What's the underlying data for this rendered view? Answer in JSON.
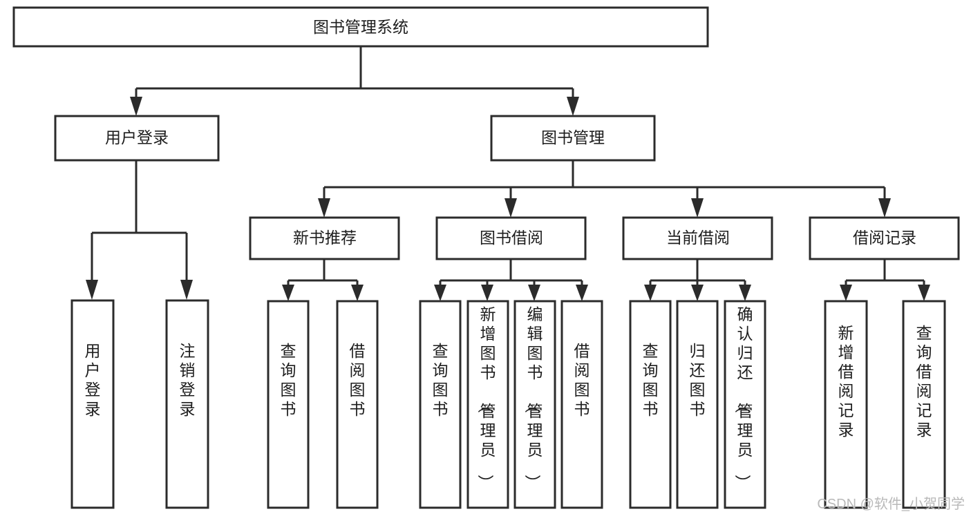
{
  "diagram": {
    "title": "图书管理系统",
    "orientation": "top-down-tree",
    "accent_border_color": "#2b2b2b",
    "node_fill_color": "#ffffff",
    "text_color": "#1d1d1d",
    "watermark_color": "#b9b9b9"
  },
  "nodes": {
    "root": {
      "label": "图书管理系统"
    },
    "level1": [
      {
        "id": "user-login",
        "label": "用户登录"
      },
      {
        "id": "book-management",
        "label": "图书管理"
      }
    ],
    "level2": [
      {
        "id": "new-book-recommend",
        "label": "新书推荐"
      },
      {
        "id": "book-borrow",
        "label": "图书借阅"
      },
      {
        "id": "current-borrow",
        "label": "当前借阅"
      },
      {
        "id": "borrow-record",
        "label": "借阅记录"
      }
    ],
    "leaves": {
      "user_login": [
        {
          "id": "leaf-user-login",
          "label": "用户登录"
        },
        {
          "id": "leaf-logout-login",
          "label": "注销登录"
        }
      ],
      "new_book_recommend": [
        {
          "id": "leaf-query-book-1",
          "label": "查询图书"
        },
        {
          "id": "leaf-borrow-book-1",
          "label": "借阅图书"
        }
      ],
      "book_borrow": [
        {
          "id": "leaf-query-book-2",
          "label": "查询图书"
        },
        {
          "id": "leaf-add-book-admin",
          "label": "新增图书（管理员）"
        },
        {
          "id": "leaf-edit-book-admin",
          "label": "编辑图书（管理员）"
        },
        {
          "id": "leaf-borrow-book-2",
          "label": "借阅图书"
        }
      ],
      "current_borrow": [
        {
          "id": "leaf-query-book-3",
          "label": "查询图书"
        },
        {
          "id": "leaf-return-book",
          "label": "归还图书"
        },
        {
          "id": "leaf-confirm-return-admin",
          "label": "确认归还（管理员）"
        }
      ],
      "borrow_record": [
        {
          "id": "leaf-add-borrow-record",
          "label": "新增借阅记录"
        },
        {
          "id": "leaf-query-borrow-record",
          "label": "查询借阅记录"
        }
      ]
    }
  },
  "watermark": {
    "label": "CSDN @软件_小贺同学"
  }
}
